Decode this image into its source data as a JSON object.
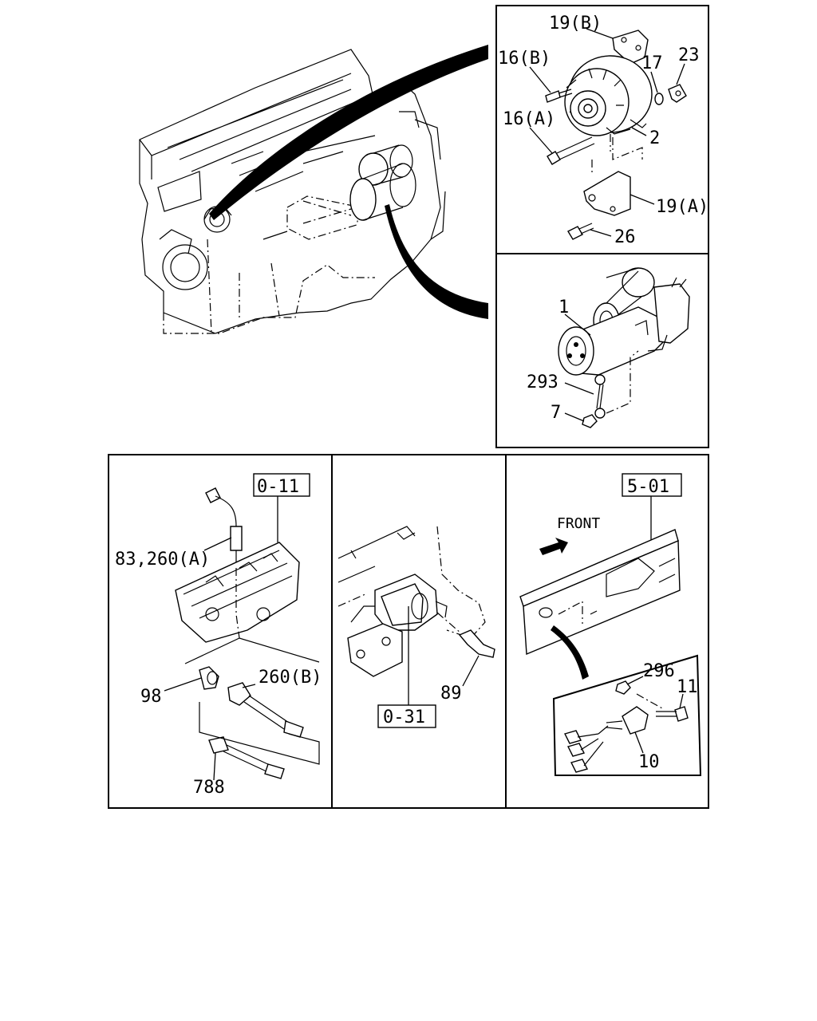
{
  "callouts": {
    "alternator": {
      "bracket_b": "19(B)",
      "bolt_b": "16(B)",
      "washer": "17",
      "clip": "23",
      "bolt_a": "16(A)",
      "alternator": "2",
      "bracket_a": "19(A)",
      "bracket_bolt": "26"
    },
    "starter": {
      "starter": "1",
      "cable": "293",
      "nut": "7"
    },
    "head_sensor": {
      "ref_box": "0-11",
      "sensor_a": "83,260(A)",
      "adapter": "98",
      "harness_b": "260(B)",
      "harness": "788"
    },
    "oil_sensor": {
      "sensor": "89",
      "ref_box": "0-31"
    },
    "frame_switch": {
      "ref_box": "5-01",
      "direction": "FRONT",
      "nut": "296",
      "bolt": "11",
      "switch": "10"
    }
  }
}
